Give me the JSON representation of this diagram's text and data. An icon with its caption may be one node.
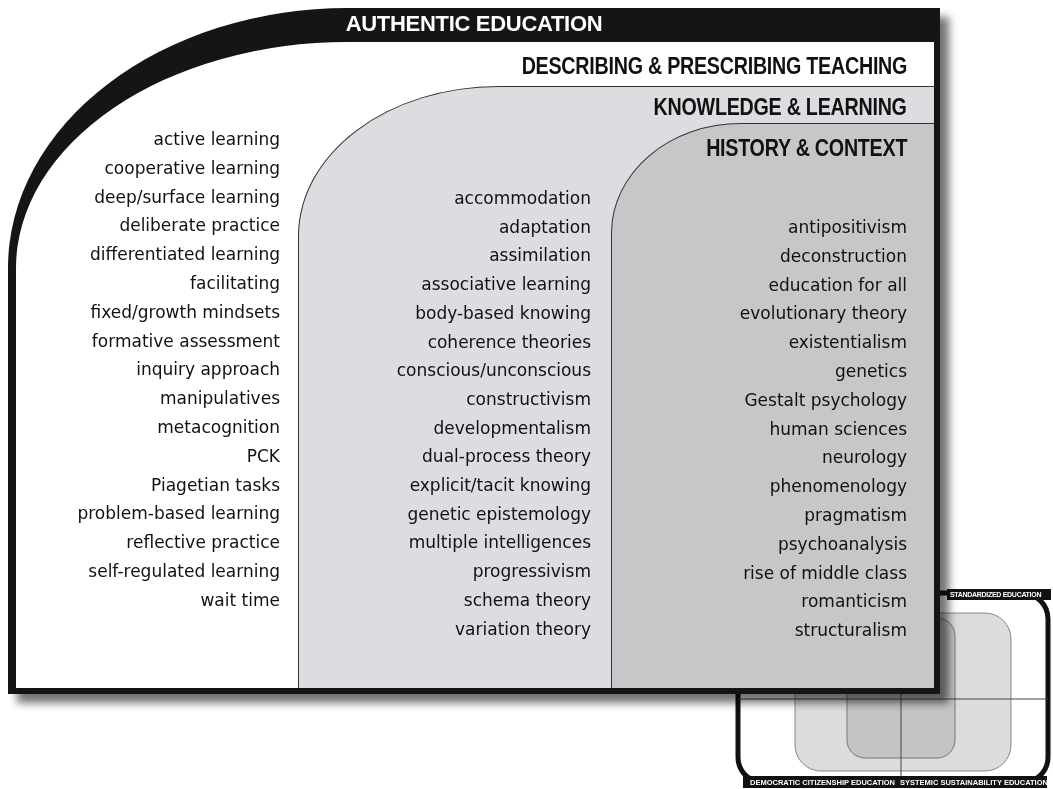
{
  "diagram": {
    "nodes": [
      {
        "text": [
          "AUTHENTIC EDUCATION"
        ]
      },
      {
        "text": [
          "DESCRIBING & PRESCRIBING TEACHING",
          "active learning",
          "cooperative learning",
          "deep/surface learning",
          "deliberate practice",
          "differentiated learning",
          "facilitating",
          "fixed/growth mindsets",
          "formative assessment",
          "inquiry approach",
          "manipulatives",
          "metacognition",
          "PCK",
          "Piagetian tasks",
          "problem-based learning",
          "reflective practice",
          "self-regulated learning",
          "wait time"
        ],
        "in": 0
      },
      {
        "text": [
          "KNOWLEDGE & LEARNING",
          "accommodation",
          "adaptation",
          "assimilation",
          "associative learning",
          "body-based knowing",
          "coherence theories",
          "conscious/unconscious",
          "constructivism",
          "developmentalism",
          "dual-process theory",
          "explicit/tacit knowing",
          "genetic epistemology",
          "multiple intelligences",
          "progressivism",
          "schema theory",
          "variation theory"
        ],
        "in": 1
      },
      {
        "text": [
          "HISTORY & CONTEXT",
          "antipositivism",
          "deconstruction",
          "education for all",
          "evolutionary theory",
          "existentialism",
          "genetics",
          "Gestalt psychology",
          "human sciences",
          "neurology",
          "phenomenology",
          "pragmatism",
          "psychoanalysis",
          "rise of middle class",
          "romanticism",
          "structuralism"
        ],
        "in": 2
      }
    ],
    "edges": [],
    "labels": [
      "STANDARDIZED EDUCATION",
      "DEMOCRATIC CITIZENSHIP EDUCATION",
      "SYSTEMIC SUSTAINABILITY EDUCATION"
    ]
  }
}
